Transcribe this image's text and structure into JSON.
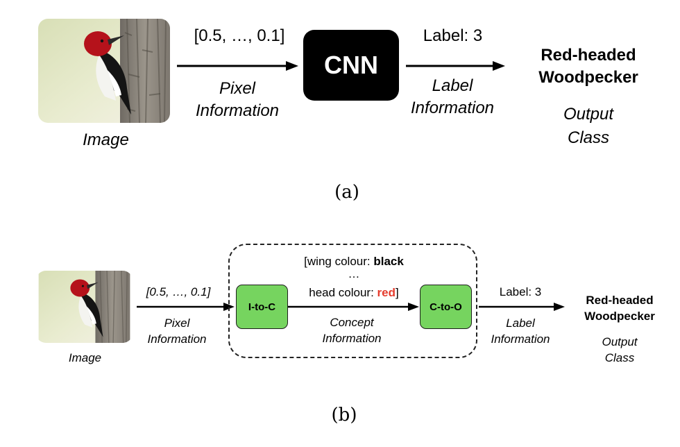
{
  "panel_a": {
    "image_label": "Image",
    "pixel_vector": "[0.5, …, 0.1]",
    "pixel_info": [
      "Pixel",
      "Information"
    ],
    "cnn_label": "CNN",
    "label_value": "Label: 3",
    "label_info": [
      "Label",
      "Information"
    ],
    "output_name": [
      "Red-headed",
      "Woodpecker"
    ],
    "output_class": [
      "Output",
      "Class"
    ],
    "caption": "(a)"
  },
  "panel_b": {
    "image_label": "Image",
    "pixel_vector": "[0.5, …, 0.1]",
    "pixel_info": [
      "Pixel",
      "Information"
    ],
    "concepts": {
      "line1_prefix": "[wing colour: ",
      "line1_value": "black",
      "ellipsis": "…",
      "line3_prefix": "head colour: ",
      "line3_value": "red",
      "line3_suffix": "]"
    },
    "i_to_c": "I-to-C",
    "c_to_o": "C-to-O",
    "concept_info": [
      "Concept",
      "Information"
    ],
    "label_value": "Label: 3",
    "label_info": [
      "Label",
      "Information"
    ],
    "output_name": [
      "Red-headed",
      "Woodpecker"
    ],
    "output_class": [
      "Output",
      "Class"
    ],
    "caption": "(b)"
  },
  "colors": {
    "green": "#76d45f",
    "red_text": "#e53b2c",
    "black": "#000000"
  }
}
